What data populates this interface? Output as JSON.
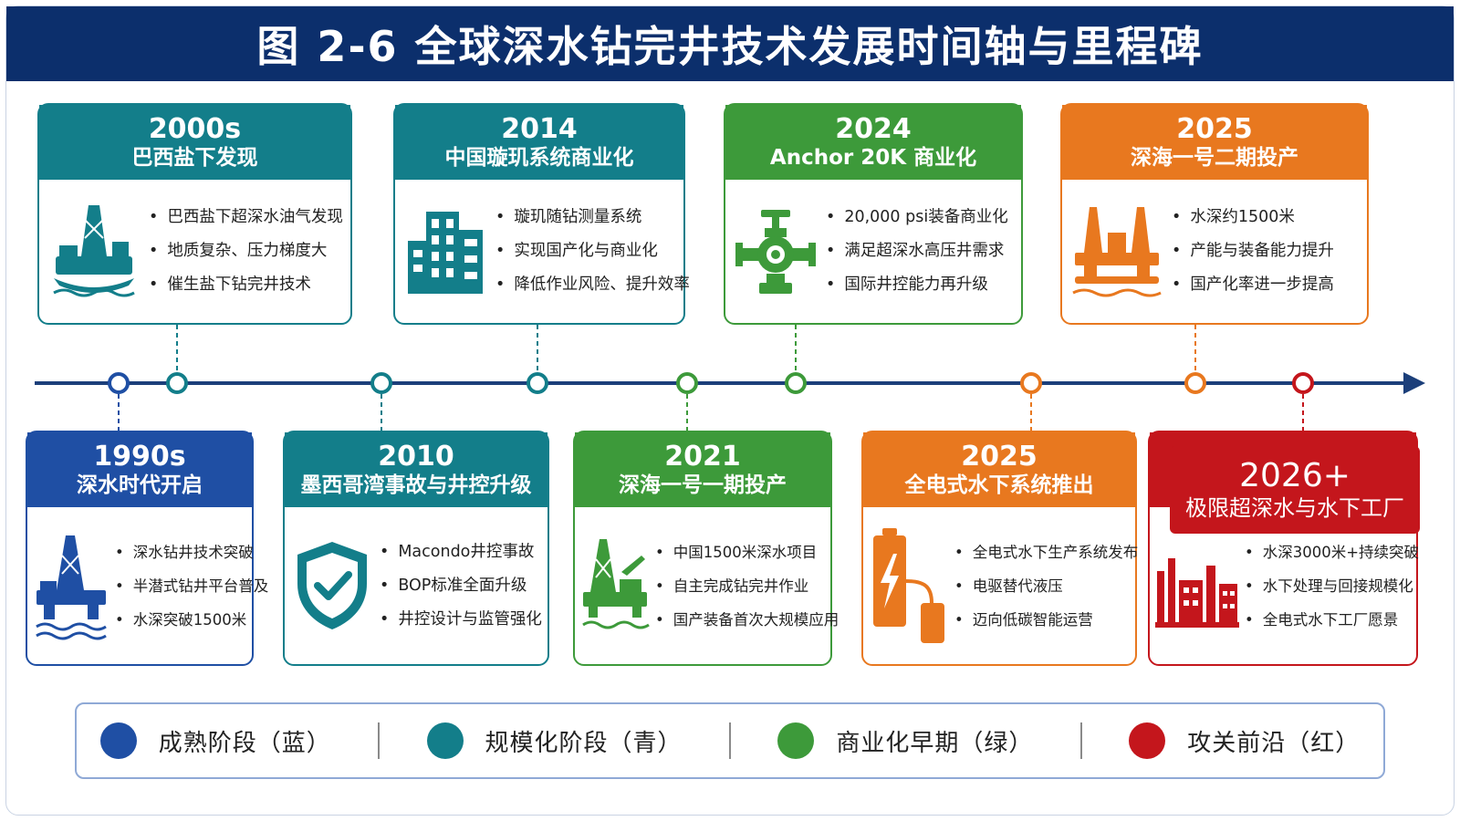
{
  "title": "图 2-6  全球深水钻完井技术发展时间轴与里程碑",
  "colors": {
    "navy": "#0c2f6c",
    "blue": "#1f4fa4",
    "teal": "#137e8a",
    "green": "#3d9a3a",
    "orange": "#e8781f",
    "red": "#c4161c",
    "axis": "#1c3f7a"
  },
  "top_cards": [
    {
      "year": "2000s",
      "subtitle": "巴西盐下发现",
      "icon": "offshore-rig-icon",
      "bullets": [
        "巴西盐下超深水油气发现",
        "地质复杂、压力梯度大",
        "催生盐下钻完井技术"
      ]
    },
    {
      "year": "2014",
      "subtitle": "中国璇玑系统商业化",
      "icon": "city-buildings-icon",
      "bullets": [
        "璇玑随钻测量系统",
        "实现国产化与商业化",
        "降低作业风险、提升效率"
      ]
    },
    {
      "year": "2024",
      "subtitle": "Anchor 20K 商业化",
      "icon": "wellhead-valve-icon",
      "bullets": [
        "20,000 psi装备商业化",
        "满足超深水高压井需求",
        "国际井控能力再升级"
      ]
    },
    {
      "year": "2025",
      "subtitle": "深海一号二期投产",
      "icon": "semi-submersible-platform-icon",
      "bullets": [
        "水深约1500米",
        "产能与装备能力提升",
        "国产化率进一步提高"
      ]
    }
  ],
  "bottom_cards": [
    {
      "year": "1990s",
      "subtitle": "深水时代开启",
      "icon": "drilling-rig-icon",
      "bullets": [
        "深水钻井技术突破",
        "半潜式钻井平台普及",
        "水深突破1500米"
      ]
    },
    {
      "year": "2010",
      "subtitle": "墨西哥湾事故与井控升级",
      "icon": "shield-check-icon",
      "bullets": [
        "Macondo井控事故",
        "BOP标准全面升级",
        "井控设计与监管强化"
      ]
    },
    {
      "year": "2021",
      "subtitle": "深海一号一期投产",
      "icon": "drilling-platform-icon",
      "bullets": [
        "中国1500米深水项目",
        "自主完成钻完井作业",
        "国产装备首次大规模应用"
      ]
    },
    {
      "year": "2025",
      "subtitle": "全电式水下系统推出",
      "icon": "battery-plug-icon",
      "bullets": [
        "全电式水下生产系统发布",
        "电驱替代液压",
        "迈向低碳智能运营"
      ]
    },
    {
      "year": "2026+",
      "subtitle": "极限超深水与水下工厂",
      "icon": "subsea-factory-icon",
      "bullets": [
        "水深3000米+持续突破",
        "水下处理与回接规模化",
        "全电式水下工厂愿景"
      ]
    }
  ],
  "legend": [
    {
      "label": "成熟阶段（蓝）",
      "color": "#1f4fa4"
    },
    {
      "label": "规模化阶段（青）",
      "color": "#137e8a"
    },
    {
      "label": "商业化早期（绿）",
      "color": "#3d9a3a"
    },
    {
      "label": "攻关前沿（红）",
      "color": "#c4161c"
    }
  ]
}
